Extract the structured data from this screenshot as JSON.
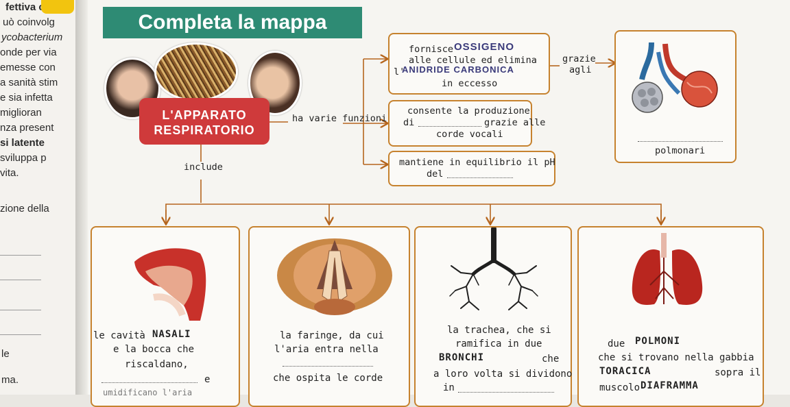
{
  "left_page": {
    "lines": [
      "fettiva cronic",
      "uò coinvolg",
      "ycobacterium",
      "onde per via",
      "emesse con",
      "a sanità stim",
      "e sia infetta",
      "miglioran",
      "nza present",
      "si latente",
      "sviluppa p",
      "vita.",
      "zione della",
      "le",
      "ma."
    ]
  },
  "title": "Completa la mappa",
  "center": {
    "line1": "L'APPARATO",
    "line2": "RESPIRATORIO"
  },
  "labels": {
    "funzioni": "ha varie funzioni",
    "include": "include"
  },
  "functions": [
    {
      "line1": "fornisce",
      "fill1": "OSSIGENO",
      "line2": "alle cellule ed elimina",
      "prefix3": "l'",
      "fill3": "ANIDRIDE CARBONICA",
      "line4": "in eccesso"
    },
    {
      "line1": "consente la produzione",
      "line2a": "di",
      "line2b": "grazie alle",
      "line3": "corde vocali"
    },
    {
      "line1": "mantiene in equilibrio il pH",
      "line2": "del"
    }
  ],
  "grazie_agli": {
    "line1": "grazie",
    "line2": "agli"
  },
  "lungs_box": {
    "caption": "polmonari"
  },
  "bottom_texts": {
    "col1": {
      "line1": "le cavità",
      "fill": "NASALI",
      "line2": "e la bocca che",
      "line3": "riscaldano,",
      "line4": "e",
      "line5": "umidificano l'aria"
    },
    "col2": {
      "line1": "la faringe, da cui",
      "line2": "l'aria entra nella",
      "line3": "che ospita le corde"
    },
    "col3": {
      "line1": "la trachea, che si",
      "line2": "ramifica in due",
      "fill1": "BRONCHI",
      "line3": "che",
      "line4": "a loro volta si dividono",
      "line5": "in"
    },
    "col4": {
      "line1": "due",
      "fill1": "POLMONI",
      "line2": "che si trovano nella gabbia",
      "fill2": "TORACICA",
      "line3": "sopra il",
      "line4": "muscolo",
      "fill3": "DIAFRAMMA"
    }
  },
  "colors": {
    "accent": "#2e8b74",
    "center": "#cf3a3b",
    "border": "#c6822e",
    "arrow": "#b5651d"
  }
}
